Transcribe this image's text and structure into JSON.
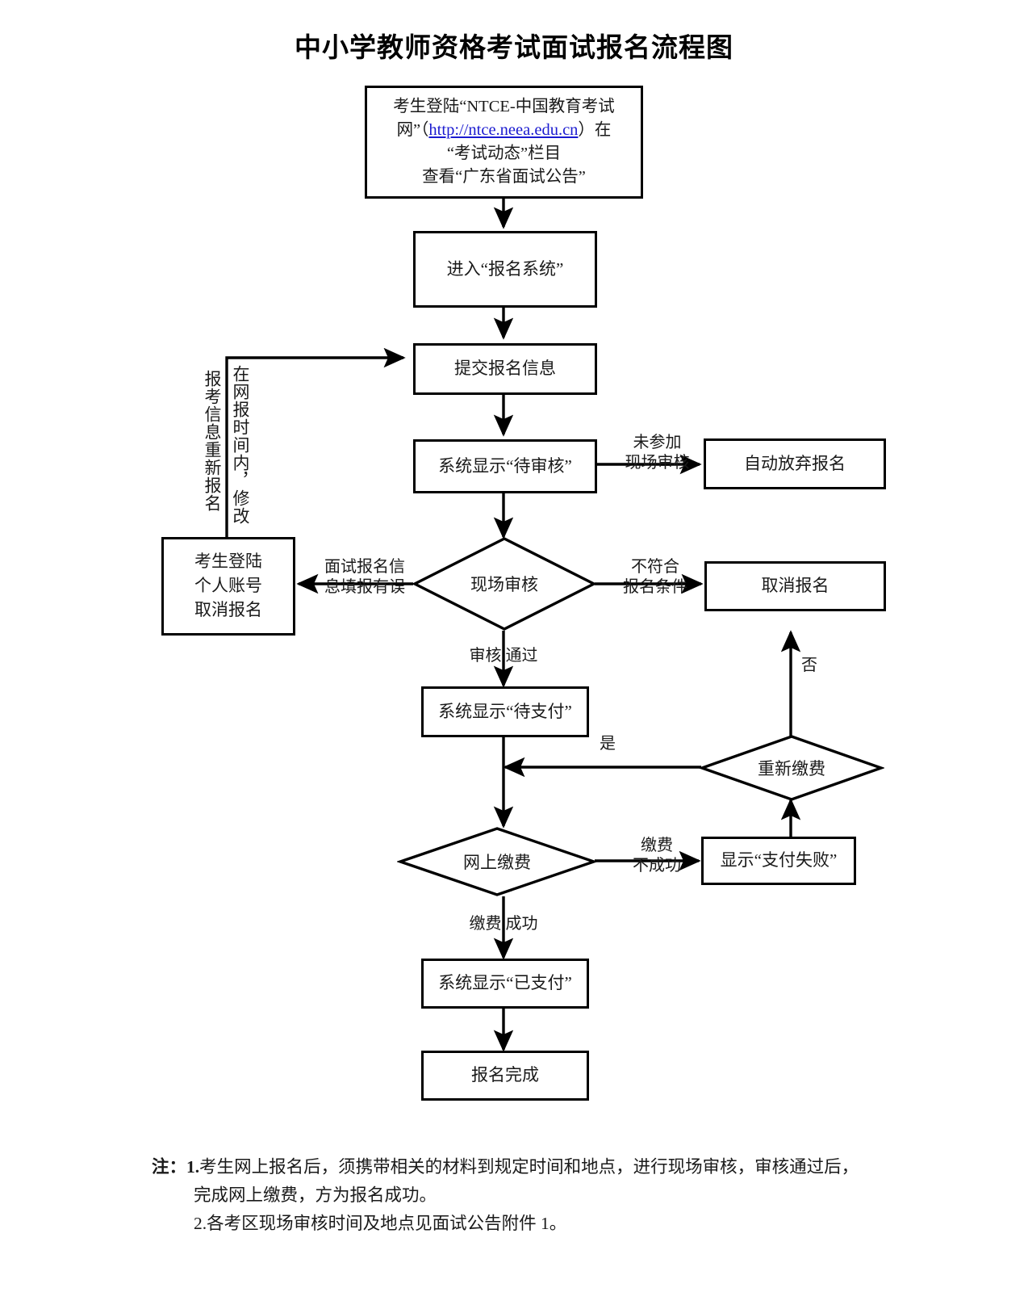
{
  "title": "中小学教师资格考试面试报名流程图",
  "nodes": {
    "login": {
      "line1": "考生登陆“NTCE-中国教育考试",
      "line2_pre": "网”（",
      "link": "http://ntce.neea.edu.cn",
      "line2_post": "）在",
      "line3": "“考试动态”栏目",
      "line4": "查看“广东省面试公告”"
    },
    "enter_system": "进入“报名系统”",
    "submit_info": "提交报名信息",
    "pending_review": "系统显示“待审核”",
    "auto_give_up": "自动放弃报名",
    "cancel_via_account": {
      "line1": "考生登陆",
      "line2": "个人账号",
      "line3": "取消报名"
    },
    "cancel_registration": "取消报名",
    "pending_payment": "系统显示“待支付”",
    "payment_failed": "显示“支付失败”",
    "paid": "系统显示“已支付”",
    "complete": "报名完成"
  },
  "decisions": {
    "onsite_review": "现场审核",
    "repay": "重新缴费",
    "online_payment": "网上缴费"
  },
  "edge_labels": {
    "not_attend_onsite": {
      "line1": "未参加",
      "line2": "现场审核"
    },
    "info_error": {
      "line1": "面试报名信",
      "line2": "息填报有误"
    },
    "not_qualified": {
      "line1": "不符合",
      "line2": "报名条件"
    },
    "review_passed": "审核  通过",
    "repay_no": "否",
    "repay_yes": "是",
    "pay_failed": {
      "line1": "缴费",
      "line2": "不成功"
    },
    "pay_success": "缴费  成功"
  },
  "vertical_labels": {
    "reapply": "报考信息重新报名",
    "modify_in_window": "在网报时间内，修改"
  },
  "notes": {
    "prefix": "注：",
    "item1_num": "1.",
    "item1_line1": "考生网上报名后，须携带相关的材料到规定时间和地点，进行现场审核，审核通过后，",
    "item1_line2": "完成网上缴费，方为报名成功。",
    "item2_num": "2.",
    "item2_line1": "各考区现场审核时间及地点见面试公告附件 1。"
  },
  "colors": {
    "stroke": "#000000",
    "background": "#ffffff",
    "text": "#1a1a1a",
    "link": "#1a1ad0"
  }
}
